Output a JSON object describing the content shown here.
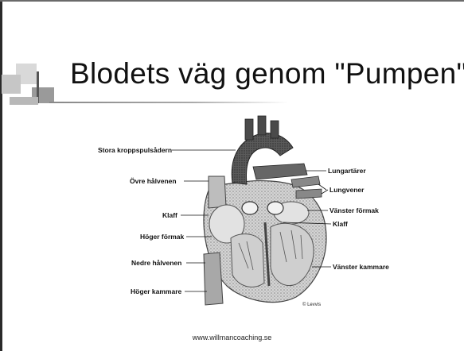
{
  "slide": {
    "title": "Blodets väg genom \"Pumpen\"",
    "footer": "www.willmancoaching.se"
  },
  "diagram": {
    "left_labels": [
      "Stora kroppspulsådern",
      "Övre hålvenen",
      "Klaff",
      "Höger förmak",
      "Nedre hålvenen",
      "Höger kammare"
    ],
    "right_labels": [
      "Lungartärer",
      "Lungvener",
      "Vänster förmak",
      "Klaff",
      "Vänster kammare"
    ],
    "copyright": "© Levvis"
  }
}
